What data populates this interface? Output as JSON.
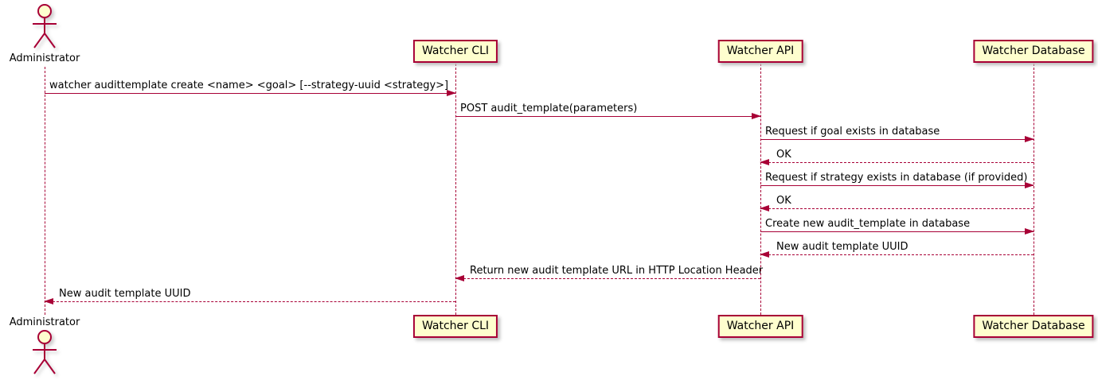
{
  "diagram_type": "uml-sequence",
  "actor": {
    "name": "Administrator"
  },
  "participants": [
    {
      "name": "Watcher CLI"
    },
    {
      "name": "Watcher API"
    },
    {
      "name": "Watcher Database"
    }
  ],
  "messages": [
    {
      "from": "Administrator",
      "to": "Watcher CLI",
      "style": "solid",
      "text": "watcher audittemplate create <name> <goal> [--strategy-uuid <strategy>]"
    },
    {
      "from": "Watcher CLI",
      "to": "Watcher API",
      "style": "solid",
      "text": "POST audit_template(parameters)"
    },
    {
      "from": "Watcher API",
      "to": "Watcher Database",
      "style": "solid",
      "text": "Request if goal exists in database"
    },
    {
      "from": "Watcher Database",
      "to": "Watcher API",
      "style": "dashed",
      "text": "OK"
    },
    {
      "from": "Watcher API",
      "to": "Watcher Database",
      "style": "solid",
      "text": "Request if strategy exists in database (if provided)"
    },
    {
      "from": "Watcher Database",
      "to": "Watcher API",
      "style": "dashed",
      "text": "OK"
    },
    {
      "from": "Watcher API",
      "to": "Watcher Database",
      "style": "solid",
      "text": "Create new audit_template in database"
    },
    {
      "from": "Watcher Database",
      "to": "Watcher API",
      "style": "dashed",
      "text": "New audit template UUID"
    },
    {
      "from": "Watcher API",
      "to": "Watcher CLI",
      "style": "dashed",
      "text": "Return new audit template URL in HTTP Location Header"
    },
    {
      "from": "Watcher CLI",
      "to": "Administrator",
      "style": "dashed",
      "text": "New audit template UUID"
    }
  ],
  "colors": {
    "line": "#A80036",
    "participant_fill": "#FEFECE",
    "text": "#000000",
    "background": "#FFFFFF"
  }
}
